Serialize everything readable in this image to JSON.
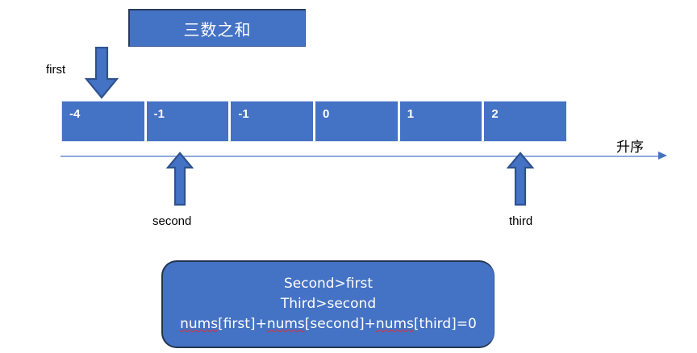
{
  "title_box": {
    "text": "三数之和"
  },
  "pointers": {
    "first": {
      "label": "first",
      "icon": "down-arrow-icon"
    },
    "second": {
      "label": "second",
      "icon": "up-arrow-icon"
    },
    "third": {
      "label": "third",
      "icon": "up-arrow-icon"
    }
  },
  "array": {
    "cells": [
      {
        "value": "-4"
      },
      {
        "value": "-1"
      },
      {
        "value": "-1"
      },
      {
        "value": "0"
      },
      {
        "value": "1"
      },
      {
        "value": "2"
      }
    ]
  },
  "axis": {
    "label": "升序",
    "arrow_icon": "right-arrowhead-icon"
  },
  "conditions": {
    "line1": "Second>first",
    "line2": "Third>second",
    "line3_parts": {
      "p1": "nums",
      "p2": "[first]+",
      "p3": "nums",
      "p4": "[second]+",
      "p5": "nums",
      "p6": "[third]=0"
    }
  },
  "colors": {
    "fill_blue": "#4472C4",
    "outline_navy": "#2F528F",
    "axis_blue": "#8FAADC",
    "spellcheck_red": "#E03030",
    "text_white": "#FFFFFF",
    "text_black": "#000000"
  }
}
